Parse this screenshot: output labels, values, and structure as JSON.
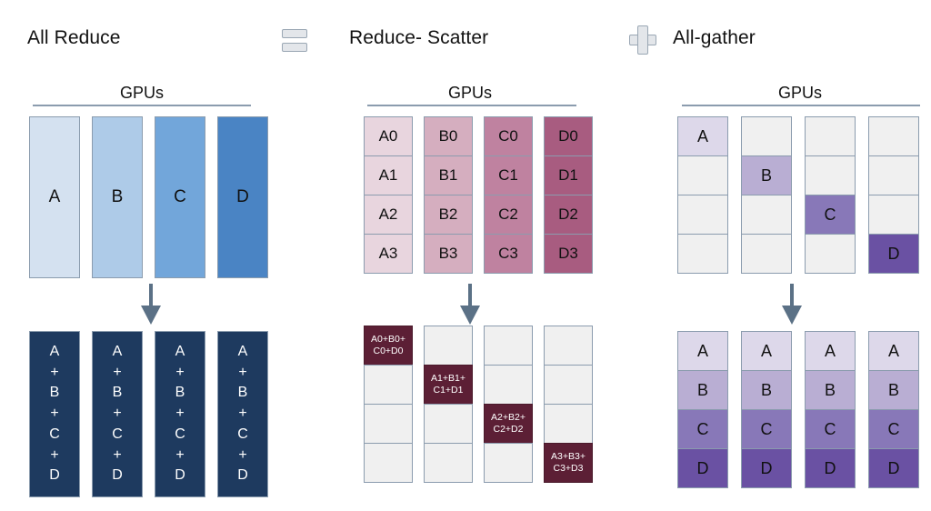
{
  "header": {
    "titles": [
      {
        "label": "All Reduce"
      },
      {
        "label": "Reduce- Scatter"
      },
      {
        "label": "All-gather"
      }
    ],
    "equals_icon": "equals-icon",
    "plus_icon": "plus-icon"
  },
  "common": {
    "gpus_label": "GPUs",
    "arrow_icon": "down-arrow-icon"
  },
  "colors": {
    "blue_scale": [
      "#d4e1f0",
      "#aecbe8",
      "#72a6da",
      "#4a84c4"
    ],
    "navy": "#1e3a5f",
    "pink_scale": [
      "#e8d5de",
      "#d5aebf",
      "#bf82a0",
      "#a85c80"
    ],
    "maroon": "#5c1f35",
    "purple_scale": [
      "#ddd8ea",
      "#b9aed3",
      "#8878b8",
      "#6a51a3"
    ],
    "empty_cell": "#f0f0f0",
    "border": "#8b9cae",
    "arrow": "#5b7186"
  },
  "all_reduce": {
    "gpus_label": "GPUs",
    "top": [
      {
        "label": "A",
        "color": "#d4e1f0"
      },
      {
        "label": "B",
        "color": "#aecbe8"
      },
      {
        "label": "C",
        "color": "#72a6da"
      },
      {
        "label": "D",
        "color": "#4a84c4"
      }
    ],
    "bottom_lines": [
      "A",
      "+",
      "B",
      "+",
      "C",
      "+",
      "D"
    ],
    "bottom_count": 4
  },
  "reduce_scatter": {
    "gpus_label": "GPUs",
    "top": [
      {
        "color": "#e8d5de",
        "cells": [
          "A0",
          "A1",
          "A2",
          "A3"
        ]
      },
      {
        "color": "#d5aebf",
        "cells": [
          "B0",
          "B1",
          "B2",
          "B3"
        ]
      },
      {
        "color": "#bf82a0",
        "cells": [
          "C0",
          "C1",
          "C2",
          "C3"
        ]
      },
      {
        "color": "#a85c80",
        "cells": [
          "D0",
          "D1",
          "D2",
          "D3"
        ]
      }
    ],
    "bottom": [
      {
        "filled_index": 0,
        "line1": "A0+B0+",
        "line2": "C0+D0"
      },
      {
        "filled_index": 1,
        "line1": "A1+B1+",
        "line2": "C1+D1"
      },
      {
        "filled_index": 2,
        "line1": "A2+B2+",
        "line2": "C2+D2"
      },
      {
        "filled_index": 3,
        "line1": "A3+B3+",
        "line2": "C3+D3"
      }
    ]
  },
  "all_gather": {
    "gpus_label": "GPUs",
    "top": [
      {
        "filled_index": 0,
        "label": "A",
        "color": "#ddd8ea"
      },
      {
        "filled_index": 1,
        "label": "B",
        "color": "#b9aed3"
      },
      {
        "filled_index": 2,
        "label": "C",
        "color": "#8878b8"
      },
      {
        "filled_index": 3,
        "label": "D",
        "color": "#6a51a3"
      }
    ],
    "bottom_cells": [
      {
        "label": "A",
        "color": "#ddd8ea"
      },
      {
        "label": "B",
        "color": "#b9aed3"
      },
      {
        "label": "C",
        "color": "#8878b8"
      },
      {
        "label": "D",
        "color": "#6a51a3"
      }
    ],
    "bottom_count": 4
  }
}
